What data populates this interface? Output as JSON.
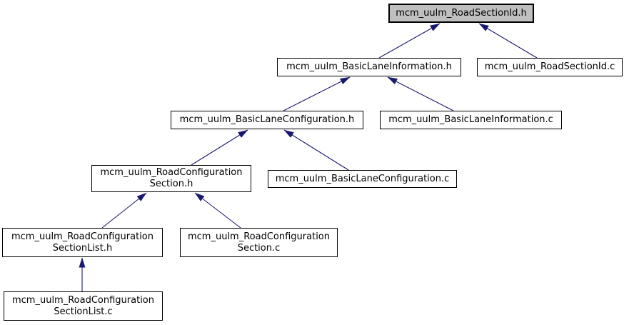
{
  "diagram": {
    "type": "include-dependency-graph",
    "description": "Files that include mcm_uulm_RoadSectionId.h, arrows point from including file to included file",
    "nodes": [
      {
        "id": "mcm_uulm_RoadSectionId.h",
        "label": "mcm_uulm_RoadSectionId.h",
        "highlighted": true
      },
      {
        "id": "mcm_uulm_BasicLaneInformation.h",
        "label": "mcm_uulm_BasicLaneInformation.h",
        "highlighted": false
      },
      {
        "id": "mcm_uulm_RoadSectionId.c",
        "label": "mcm_uulm_RoadSectionId.c",
        "highlighted": false
      },
      {
        "id": "mcm_uulm_BasicLaneConfiguration.h",
        "label": "mcm_uulm_BasicLaneConfiguration.h",
        "highlighted": false
      },
      {
        "id": "mcm_uulm_BasicLaneInformation.c",
        "label": "mcm_uulm_BasicLaneInformation.c",
        "highlighted": false
      },
      {
        "id": "mcm_uulm_RoadConfigurationSection.h",
        "label": "mcm_uulm_RoadConfiguration\nSection.h",
        "highlighted": false
      },
      {
        "id": "mcm_uulm_BasicLaneConfiguration.c",
        "label": "mcm_uulm_BasicLaneConfiguration.c",
        "highlighted": false
      },
      {
        "id": "mcm_uulm_RoadConfigurationSectionList.h",
        "label": "mcm_uulm_RoadConfiguration\nSectionList.h",
        "highlighted": false
      },
      {
        "id": "mcm_uulm_RoadConfigurationSection.c",
        "label": "mcm_uulm_RoadConfiguration\nSection.c",
        "highlighted": false
      },
      {
        "id": "mcm_uulm_RoadConfigurationSectionList.c",
        "label": "mcm_uulm_RoadConfiguration\nSectionList.c",
        "highlighted": false
      }
    ],
    "edges": [
      {
        "from": "mcm_uulm_BasicLaneInformation.h",
        "to": "mcm_uulm_RoadSectionId.h"
      },
      {
        "from": "mcm_uulm_RoadSectionId.c",
        "to": "mcm_uulm_RoadSectionId.h"
      },
      {
        "from": "mcm_uulm_BasicLaneConfiguration.h",
        "to": "mcm_uulm_BasicLaneInformation.h"
      },
      {
        "from": "mcm_uulm_BasicLaneInformation.c",
        "to": "mcm_uulm_BasicLaneInformation.h"
      },
      {
        "from": "mcm_uulm_RoadConfigurationSection.h",
        "to": "mcm_uulm_BasicLaneConfiguration.h"
      },
      {
        "from": "mcm_uulm_BasicLaneConfiguration.c",
        "to": "mcm_uulm_BasicLaneConfiguration.h"
      },
      {
        "from": "mcm_uulm_RoadConfigurationSectionList.h",
        "to": "mcm_uulm_RoadConfigurationSection.h"
      },
      {
        "from": "mcm_uulm_RoadConfigurationSection.c",
        "to": "mcm_uulm_RoadConfigurationSection.h"
      },
      {
        "from": "mcm_uulm_RoadConfigurationSectionList.c",
        "to": "mcm_uulm_RoadConfigurationSectionList.h"
      }
    ],
    "colors": {
      "edge": "#191970",
      "node_border": "#000000",
      "node_fill": "#ffffff",
      "highlight_fill": "#bfbfbf",
      "text": "#000000",
      "background": "#ffffff"
    }
  }
}
